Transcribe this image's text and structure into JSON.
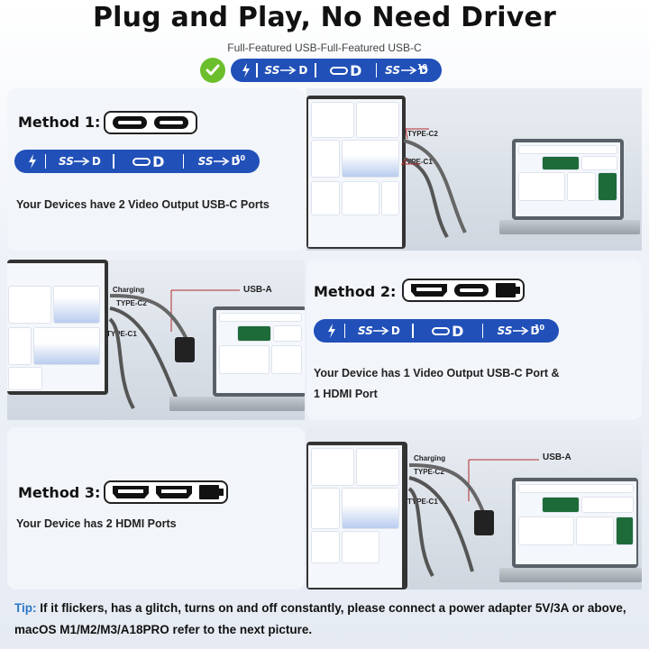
{
  "header": {
    "title": "Plug and Play, No Need Driver",
    "subtitle": "Full-Featured USB-Full-Featured USB-C"
  },
  "spec_icons": {
    "thunderbolt": "thunderbolt-icon",
    "ss_text": "SS",
    "ss10_sup": "10",
    "dp_text": "D"
  },
  "methods": [
    {
      "label": "Method 1:",
      "ports": [
        "usb-c",
        "usb-c"
      ],
      "description": "Your Devices have 2 Video Output USB-C Ports",
      "cables": [
        "TYPE-C2",
        "TYPE-C1"
      ]
    },
    {
      "label": "Method 2:",
      "ports": [
        "hdmi",
        "usb-c",
        "usb-a"
      ],
      "description_line1": "Your Device has 1 Video Output USB-C Port &",
      "description_line2": "1 HDMI Port",
      "cables": [
        "Charging",
        "TYPE-C2",
        "TYPE-C1"
      ],
      "usb_a_label": "USB-A"
    },
    {
      "label": "Method 3:",
      "ports": [
        "hdmi",
        "hdmi",
        "usb-a"
      ],
      "description": "Your Device has 2 HDMI Ports",
      "cables": [
        "Charging",
        "TYPE-C2",
        "TYPE-C1"
      ],
      "usb_a_label": "USB-A"
    }
  ],
  "tip": {
    "label": "Tip:",
    "text": " If it flickers, has a glitch, turns on and off constantly, please connect a power adapter 5V/3A or above, macOS M1/M2/M3/A18PRO refer to the next picture."
  },
  "colors": {
    "spec_bar": "#2150b8",
    "check": "#6cbf2c",
    "tip_label": "#2a77c9",
    "cable_line": "#b32a2a"
  }
}
